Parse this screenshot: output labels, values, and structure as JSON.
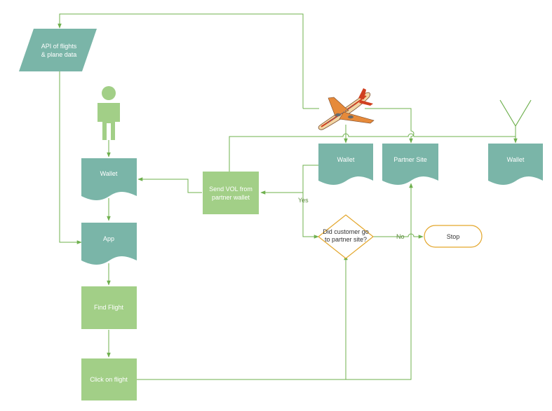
{
  "diagram": {
    "nodes": {
      "api": {
        "label_lines": [
          "API of flights",
          "& plane data"
        ],
        "shape": "parallelogram",
        "color": "#7ab5a8"
      },
      "wallet_left": {
        "label": "Wallet",
        "shape": "document",
        "color": "#7ab5a8"
      },
      "app": {
        "label": "App",
        "shape": "document",
        "color": "#7ab5a8"
      },
      "find_flight": {
        "label": "Find Flight",
        "shape": "process",
        "color": "#a2cf87"
      },
      "click_flight": {
        "label": "Click on flight",
        "shape": "process",
        "color": "#a2cf87"
      },
      "send_vol": {
        "label_lines": [
          "Send VOL from",
          "partner wallet"
        ],
        "shape": "process",
        "color": "#a2cf87"
      },
      "wallet_mid": {
        "label": "Wallet",
        "shape": "document",
        "color": "#7ab5a8"
      },
      "partner_site": {
        "label": "Partner Site",
        "shape": "document",
        "color": "#7ab5a8"
      },
      "wallet_right": {
        "label": "Wallet",
        "shape": "document",
        "color": "#7ab5a8"
      },
      "decision": {
        "label_lines": [
          "Did customer go",
          "to partner site?"
        ],
        "shape": "decision",
        "color": "#e3a62b"
      },
      "stop": {
        "label": "Stop",
        "shape": "terminator",
        "color": "#e3a62b"
      }
    },
    "edge_labels": {
      "yes": "Yes",
      "no": "No"
    },
    "icons": [
      "person-icon",
      "airplane-icon",
      "antenna-icon"
    ],
    "colors": {
      "connector": "#6fb04e",
      "text": "#ffffff",
      "dark_text": "#333333",
      "yes_no_text": "#5a8a3a"
    }
  }
}
